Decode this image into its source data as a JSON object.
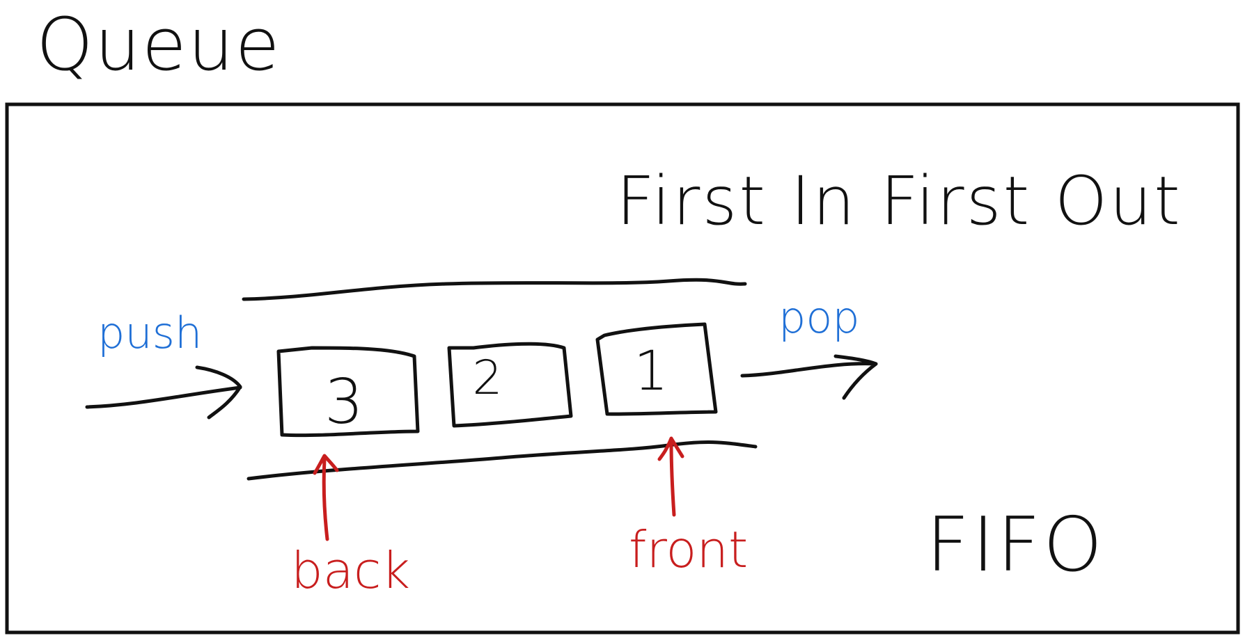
{
  "title": "Queue",
  "subtitle": "First In First Out",
  "acronym": "FIFO",
  "queue_items": [
    "3",
    "2",
    "1"
  ],
  "operations": {
    "push": "push",
    "pop": "pop"
  },
  "pointers": {
    "back": "back",
    "front": "front"
  },
  "colors": {
    "ink": "#111111",
    "operation": "#1f6fd6",
    "pointer": "#c81e1e",
    "background": "#ffffff"
  }
}
